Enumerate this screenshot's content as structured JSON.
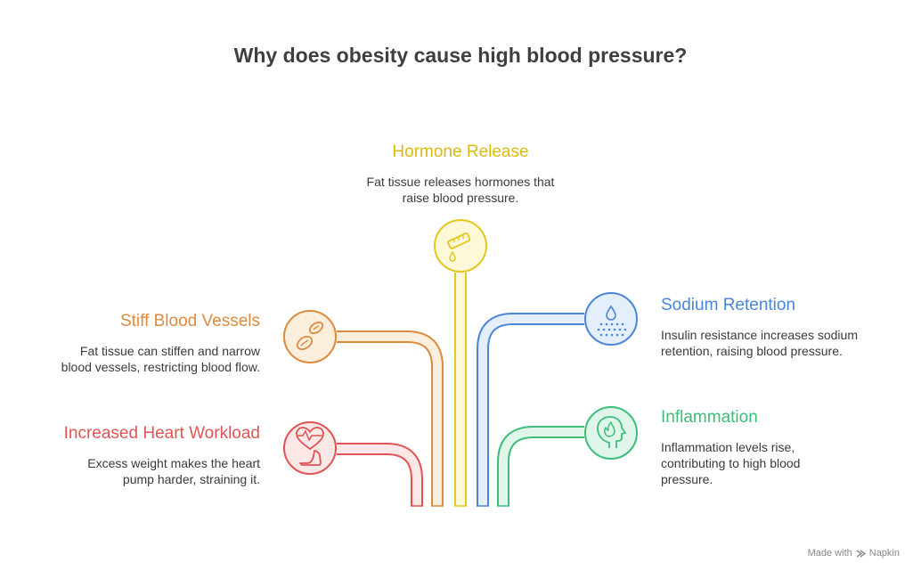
{
  "title": "Why does obesity cause high blood pressure?",
  "branches": [
    {
      "label": "Increased Heart Workload",
      "description": "Excess weight makes the heart pump harder, straining it.",
      "color": "#e05454",
      "icon": "heart-arm-icon"
    },
    {
      "label": "Stiff Blood Vessels",
      "description": "Fat tissue can stiffen and narrow blood vessels, restricting blood flow.",
      "color": "#dd8a3e",
      "icon": "blood-cells-icon"
    },
    {
      "label": "Hormone Release",
      "description": "Fat tissue releases hormones that raise blood pressure.",
      "color": "#e3c81f",
      "icon": "dropper-icon"
    },
    {
      "label": "Sodium Retention",
      "description": "Insulin resistance increases sodium retention, raising blood pressure.",
      "color": "#4a86d8",
      "icon": "salt-drop-icon"
    },
    {
      "label": "Inflammation",
      "description": "Inflammation levels rise, contributing to high blood pressure.",
      "color": "#3cbd7a",
      "icon": "head-flame-icon"
    }
  ],
  "footer": {
    "made_with": "Made with",
    "brand": "Napkin"
  }
}
